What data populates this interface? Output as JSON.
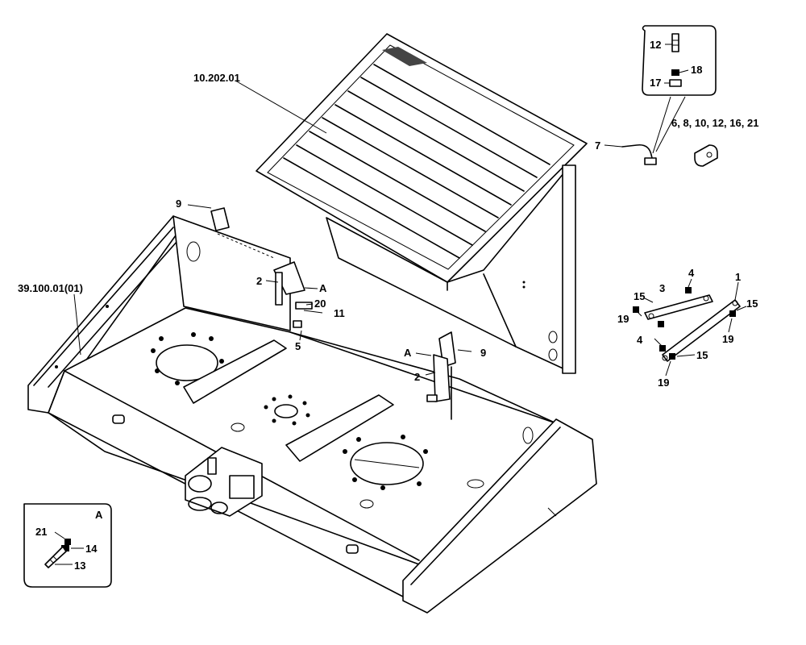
{
  "labels": {
    "grate": "10.202.01",
    "frame_ref": "39.100.01(01)",
    "bolt_group": "6, 8, 10, 12, 16, 21",
    "detail_a_title": "A",
    "callout_a_left": "A",
    "callout_a_center": "A"
  },
  "part_numbers": [
    "1",
    "2",
    "2",
    "3",
    "4",
    "4",
    "5",
    "7",
    "9",
    "9",
    "11",
    "12",
    "13",
    "14",
    "15",
    "15",
    "15",
    "17",
    "18",
    "19",
    "19",
    "19",
    "20",
    "21"
  ]
}
